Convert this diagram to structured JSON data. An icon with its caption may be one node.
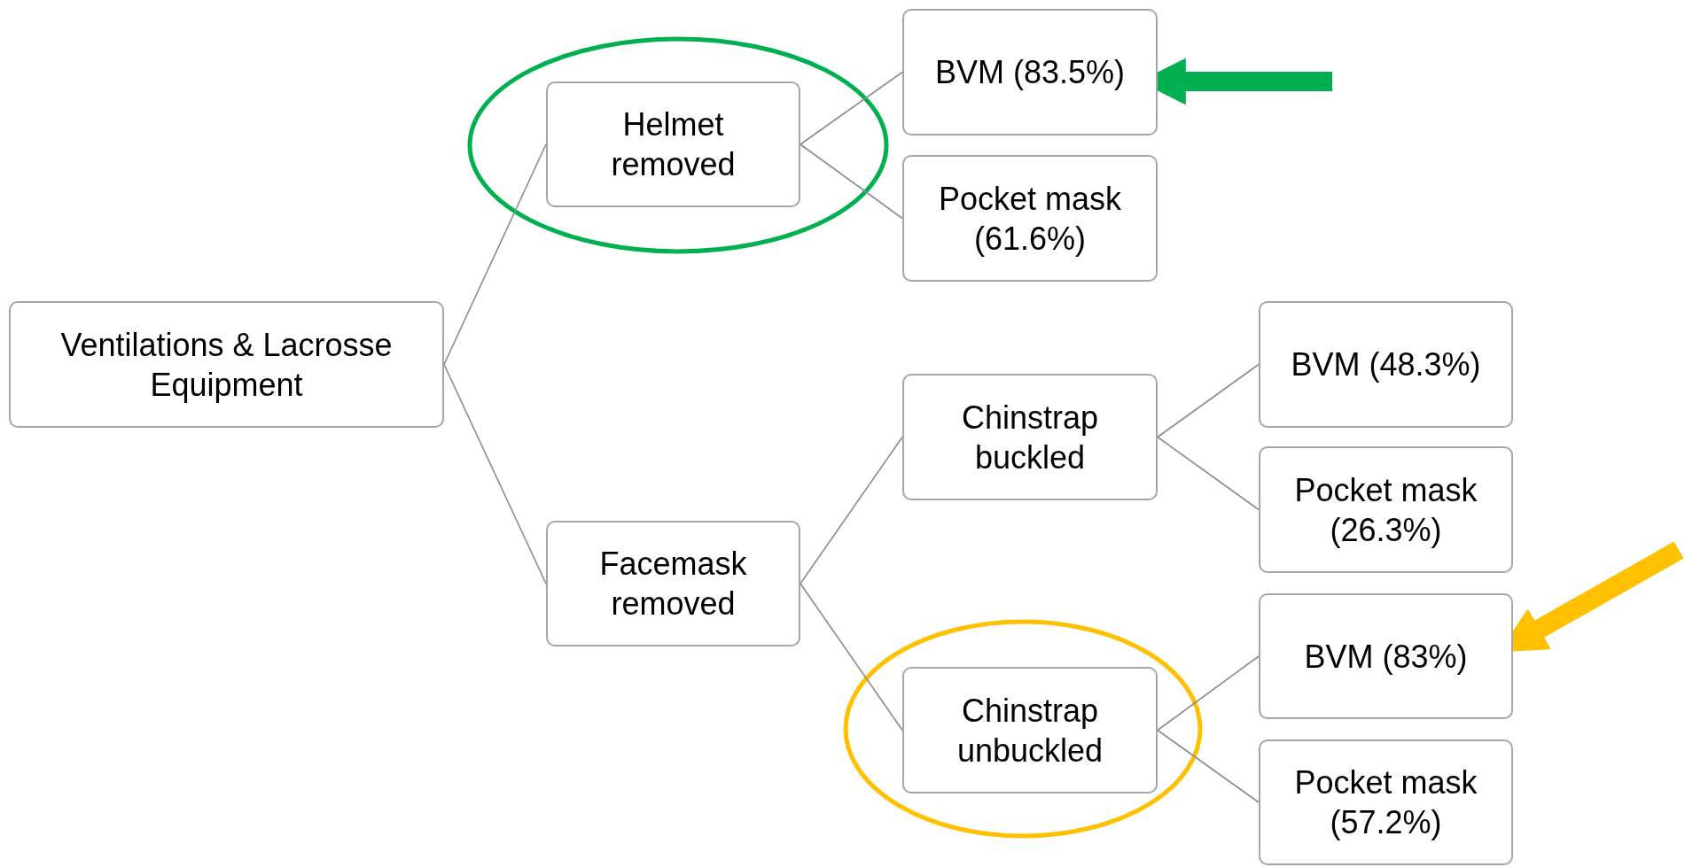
{
  "diagram": {
    "nodes": [
      {
        "text": [
          "Ventilations & Lacrosse Equipment"
        ]
      },
      {
        "text": [
          "Helmet removed"
        ]
      },
      {
        "text": [
          "BVM (83.5%)"
        ]
      },
      {
        "text": [
          "Pocket mask (61.6%)"
        ]
      },
      {
        "text": [
          "Facemask removed"
        ]
      },
      {
        "text": [
          "Chinstrap buckled"
        ]
      },
      {
        "text": [
          "BVM (48.3%)"
        ]
      },
      {
        "text": [
          "Pocket mask (26.3%)"
        ]
      },
      {
        "text": [
          "Chinstrap unbuckled"
        ]
      },
      {
        "text": [
          "BVM (83%)"
        ]
      },
      {
        "text": [
          "Pocket mask (57.2%)"
        ]
      }
    ],
    "edges": [
      {
        "from": 0,
        "to": 1,
        "arrow": "none"
      },
      {
        "from": 0,
        "to": 4,
        "arrow": "none"
      },
      {
        "from": 1,
        "to": 2,
        "arrow": "none"
      },
      {
        "from": 1,
        "to": 3,
        "arrow": "none"
      },
      {
        "from": 4,
        "to": 5,
        "arrow": "none"
      },
      {
        "from": 4,
        "to": 8,
        "arrow": "none"
      },
      {
        "from": 5,
        "to": 6,
        "arrow": "none"
      },
      {
        "from": 5,
        "to": 7,
        "arrow": "none"
      },
      {
        "from": 8,
        "to": 9,
        "arrow": "none"
      },
      {
        "from": 8,
        "to": 10,
        "arrow": "none"
      },
      {
        "from": null,
        "to": 2,
        "arrow": "to",
        "style": "thick",
        "color": "#00b050"
      },
      {
        "from": null,
        "to": 9,
        "arrow": "to",
        "style": "thick",
        "color": "#ffc000"
      }
    ]
  }
}
